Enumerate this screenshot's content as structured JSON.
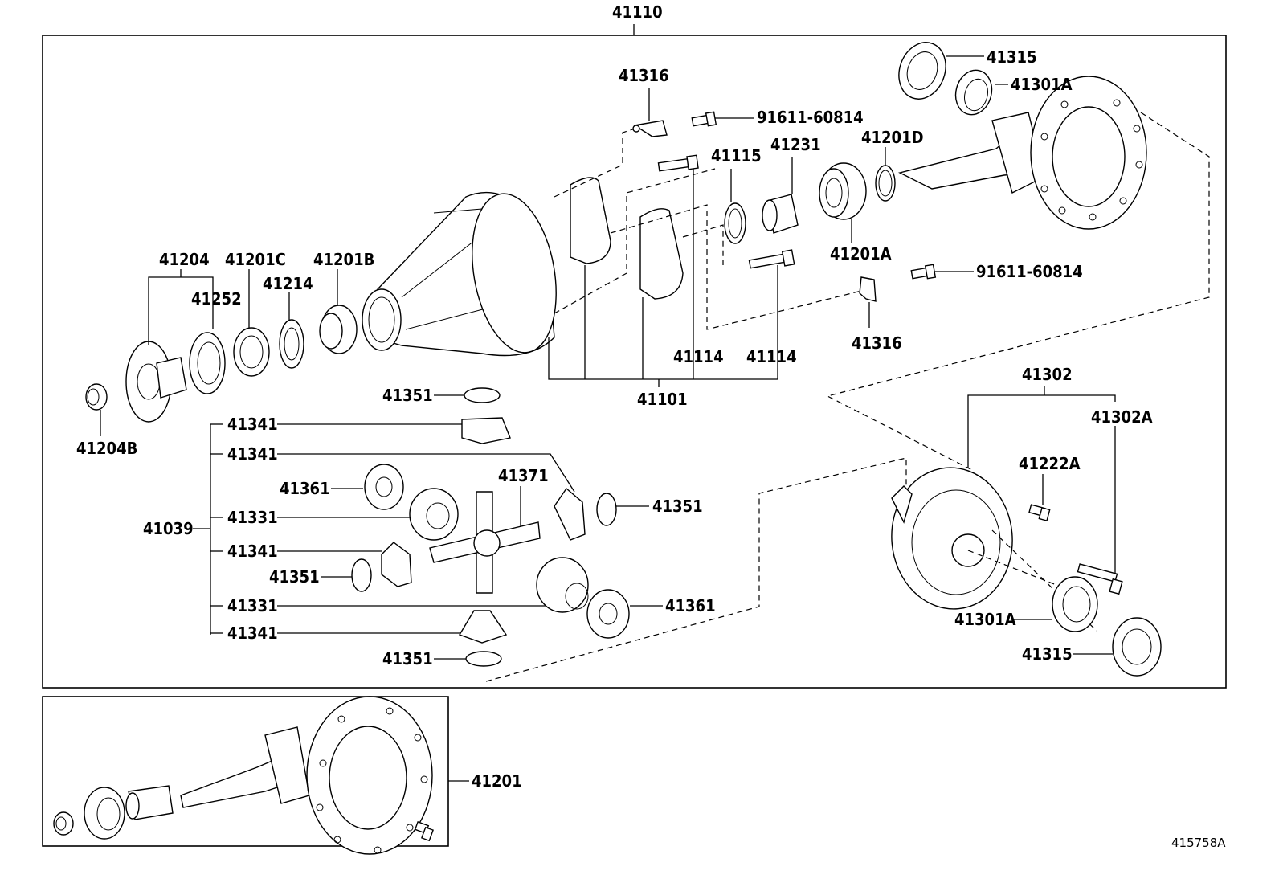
{
  "diagram": {
    "assembly_label": "41110",
    "part_labels": {
      "p41316_top": "41316",
      "p91611_top": "91611-60814",
      "p41315_top": "41315",
      "p41301A_top": "41301A",
      "p41201D": "41201D",
      "p41231": "41231",
      "p41115": "41115",
      "p41204": "41204",
      "p41201C": "41201C",
      "p41201B": "41201B",
      "p41252": "41252",
      "p41214": "41214",
      "p41201A": "41201A",
      "p91611_mid": "91611-60814",
      "p41316_mid": "41316",
      "p41114_a": "41114",
      "p41114_b": "41114",
      "p41101": "41101",
      "p41204B": "41204B",
      "p41351_a": "41351",
      "p41341_a": "41341",
      "p41341_b": "41341",
      "p41361_a": "41361",
      "p41371": "41371",
      "p41351_b": "41351",
      "p41331_a": "41331",
      "p41039": "41039",
      "p41341_c": "41341",
      "p41351_c": "41351",
      "p41331_b": "41331",
      "p41361_b": "41361",
      "p41341_d": "41341",
      "p41351_d": "41351",
      "p41302": "41302",
      "p41302A": "41302A",
      "p41222A": "41222A",
      "p41301A_bot": "41301A",
      "p41315_bot": "41315",
      "p41201_inset": "41201"
    },
    "figure_code": "415758A"
  }
}
